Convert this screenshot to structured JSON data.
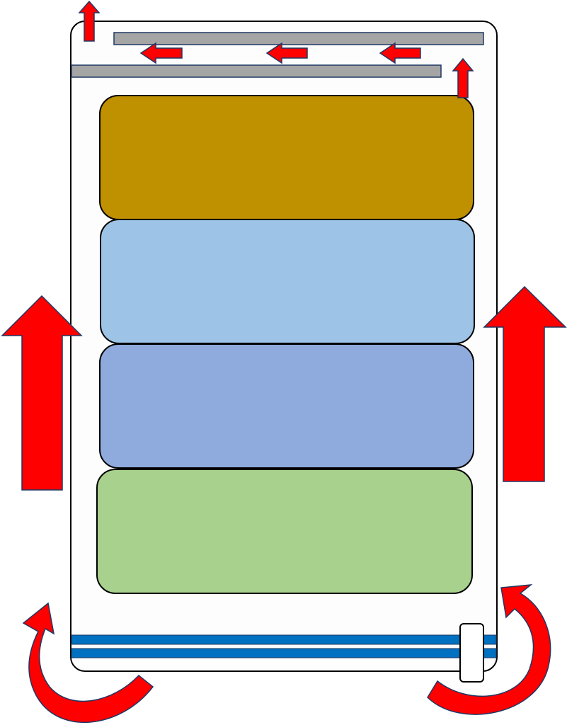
{
  "diagram": {
    "background": "#ffffff",
    "enclosure": {
      "fill": "#fdfdfd",
      "stroke": "#000000"
    },
    "shelves": {
      "fill": "#a5a5a5",
      "stroke": "#1f3864"
    },
    "blocks": [
      {
        "id": "block-gold",
        "fill": "#bf9000"
      },
      {
        "id": "block-light-blue",
        "fill": "#9dc3e6"
      },
      {
        "id": "block-periwinkle",
        "fill": "#8faadc"
      },
      {
        "id": "block-green",
        "fill": "#a9d18e"
      }
    ],
    "base_bar": {
      "fill": "#0070c0",
      "stroke": "#1f3864"
    },
    "handle": {
      "fill": "#ffffff",
      "stroke": "#000000"
    },
    "arrows": {
      "fill": "#ff0000",
      "stroke": "#1f3864",
      "items": [
        {
          "id": "vent-arrow-top-left",
          "direction": "up"
        },
        {
          "id": "flow-arrow-left-1",
          "direction": "left"
        },
        {
          "id": "flow-arrow-left-2",
          "direction": "left"
        },
        {
          "id": "flow-arrow-left-3",
          "direction": "left"
        },
        {
          "id": "vent-arrow-top-right",
          "direction": "up"
        },
        {
          "id": "big-arrow-left-side",
          "direction": "up"
        },
        {
          "id": "big-arrow-right-side",
          "direction": "up"
        },
        {
          "id": "curved-arrow-bottom-left",
          "direction": "up"
        },
        {
          "id": "curved-arrow-bottom-right",
          "direction": "up"
        }
      ]
    }
  }
}
